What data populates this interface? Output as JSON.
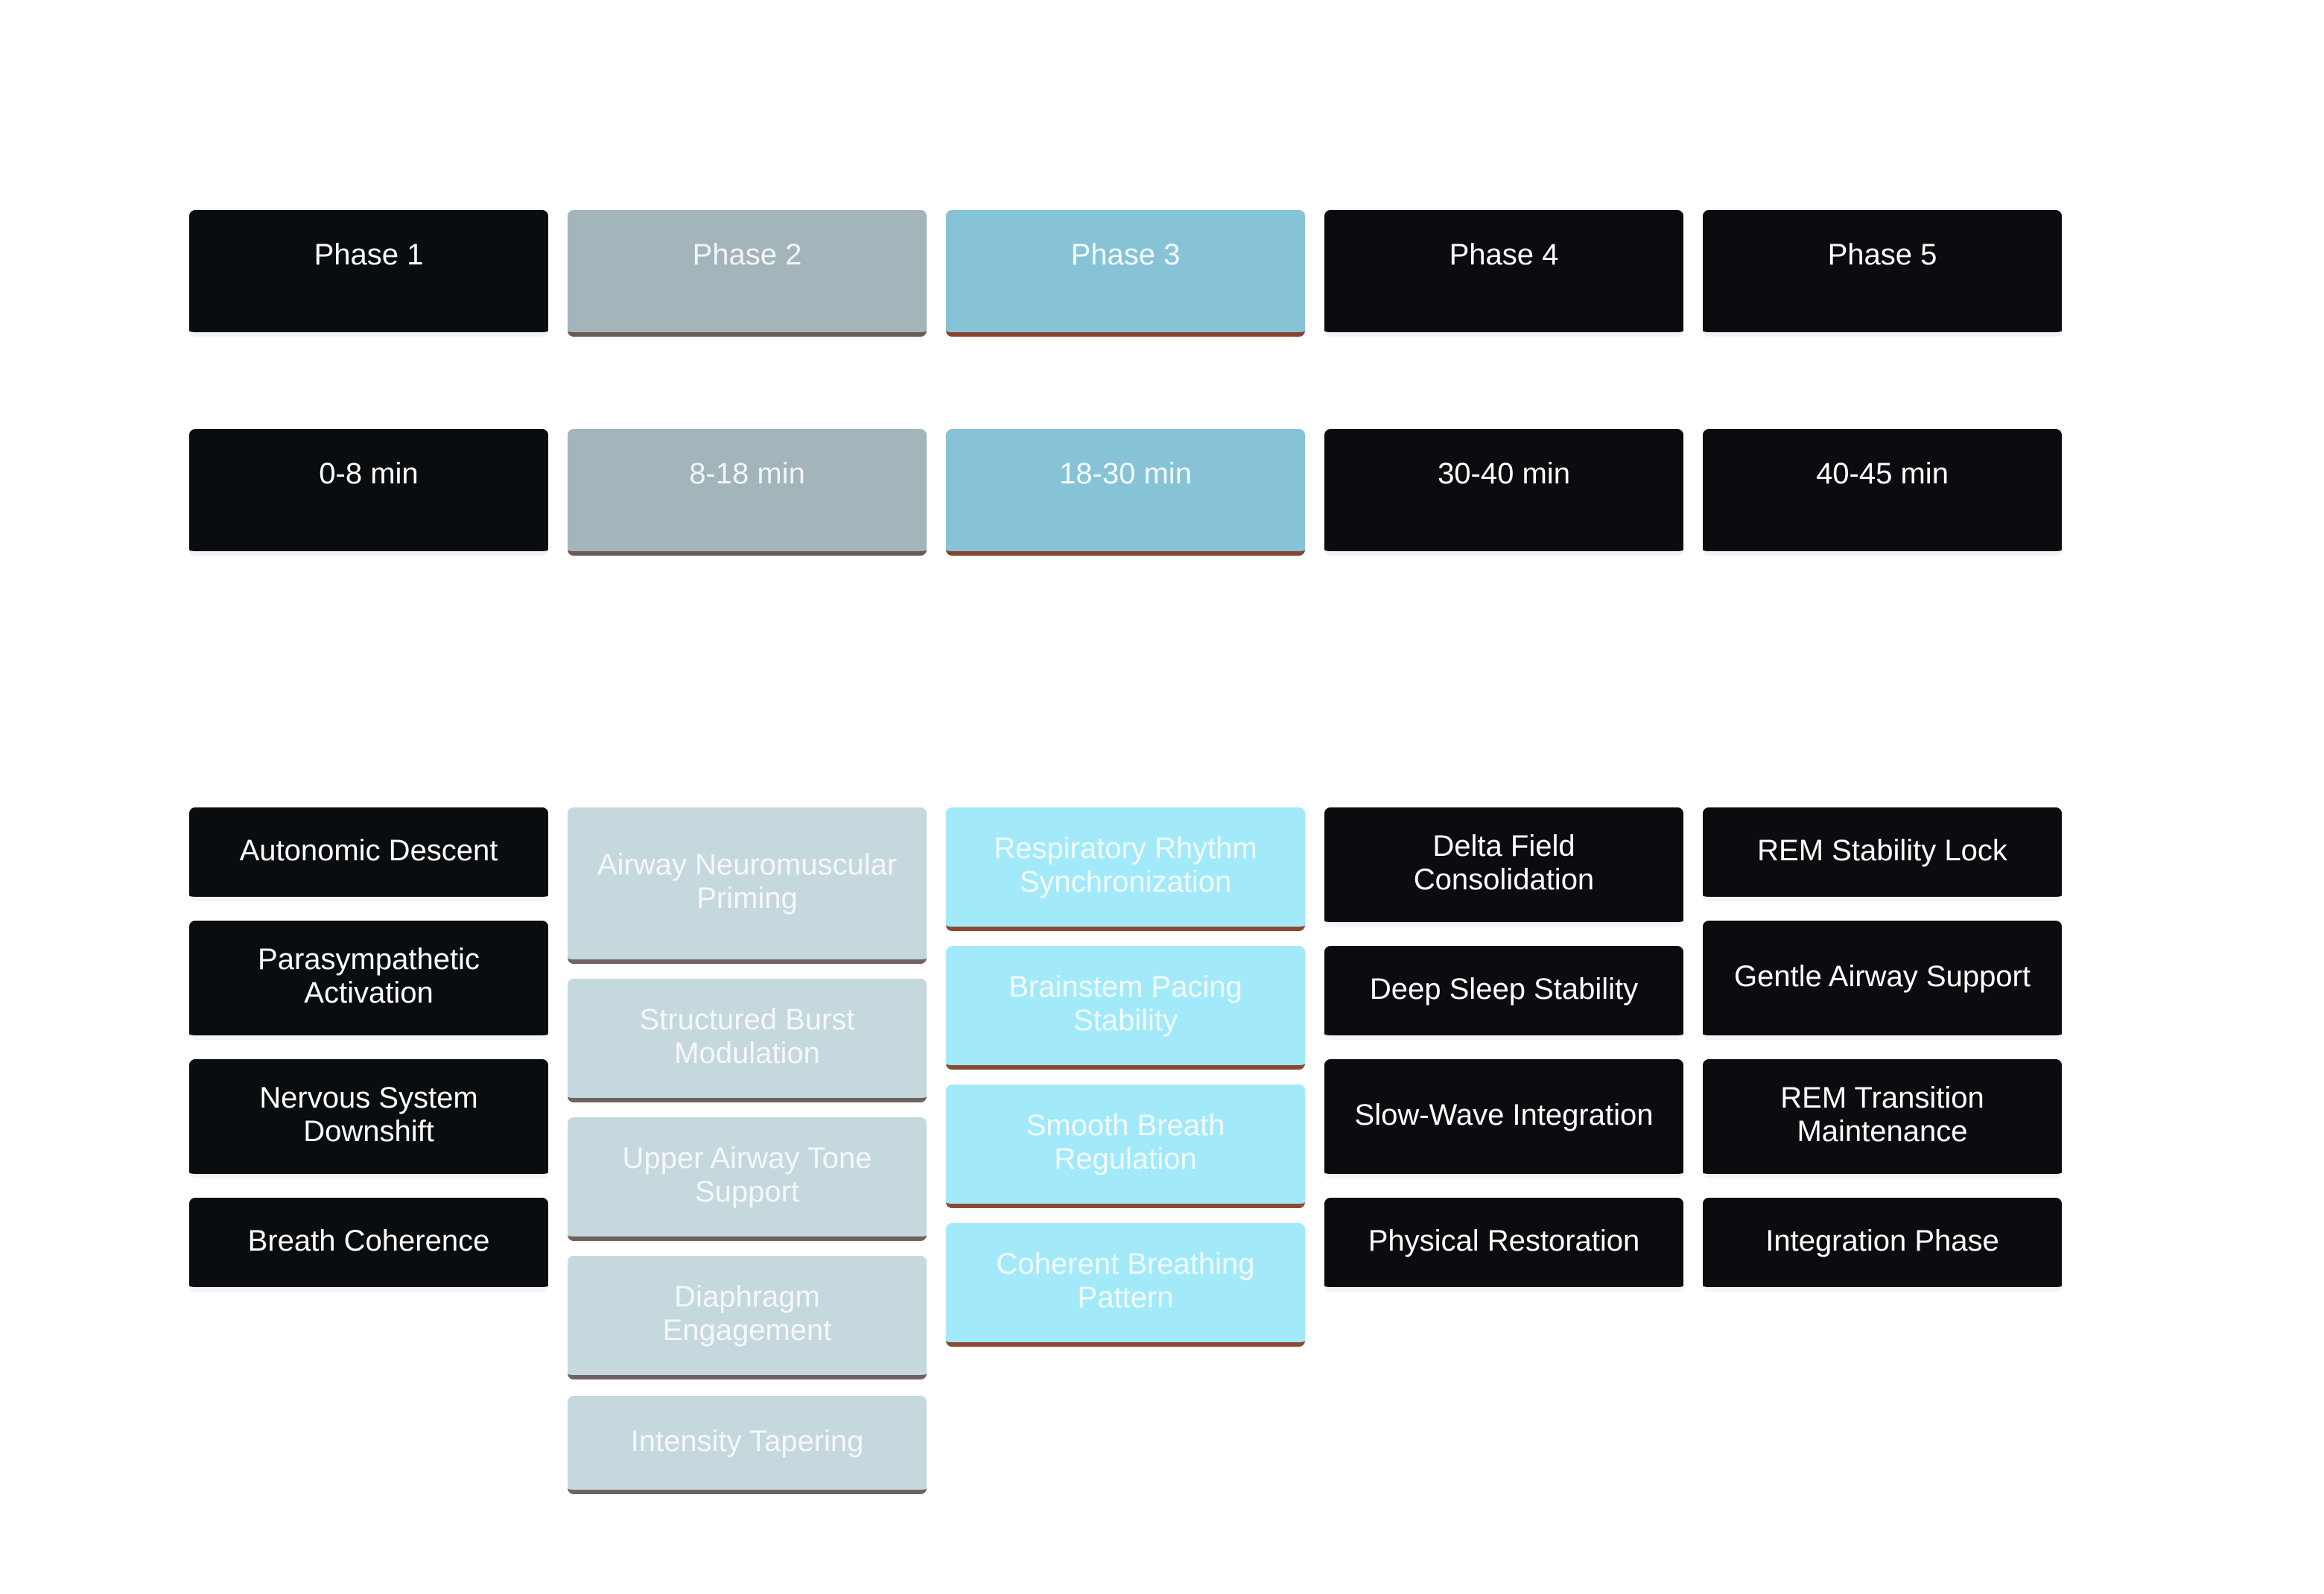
{
  "colors": {
    "dark": "#0b0c10",
    "grey_header": "#a3b5ba",
    "grey_item": "#c5d8de",
    "blue_header": "#87c3d7",
    "blue_item": "#a2eaf9",
    "accent_brown": "#87432f"
  },
  "columns": [
    {
      "theme": "dark",
      "phase": "Phase 1",
      "time": "0-8 min",
      "items": [
        "Autonomic Descent",
        "Parasympathetic Activation",
        "Nervous System Downshift",
        "Breath Coherence"
      ]
    },
    {
      "theme": "grey",
      "phase": "Phase 2",
      "time": "8-18 min",
      "items": [
        "Airway Neuromuscular Priming",
        "Structured Burst Modulation",
        "Upper Airway Tone Support",
        "Diaphragm Engagement",
        "Intensity Tapering"
      ]
    },
    {
      "theme": "blue",
      "phase": "Phase 3",
      "time": "18-30 min",
      "items": [
        "Respiratory Rhythm Synchronization",
        "Brainstem Pacing Stability",
        "Smooth Breath Regulation",
        "Coherent Breathing Pattern"
      ]
    },
    {
      "theme": "dark",
      "phase": "Phase 4",
      "time": "30-40 min",
      "items": [
        "Delta Field Consolidation",
        "Deep Sleep Stability",
        "Slow-Wave Integration",
        "Physical Restoration"
      ]
    },
    {
      "theme": "dark",
      "phase": "Phase 5",
      "time": "40-45 min",
      "items": [
        "REM Stability Lock",
        "Gentle Airway Support",
        "REM Transition Maintenance",
        "Integration Phase"
      ]
    }
  ]
}
